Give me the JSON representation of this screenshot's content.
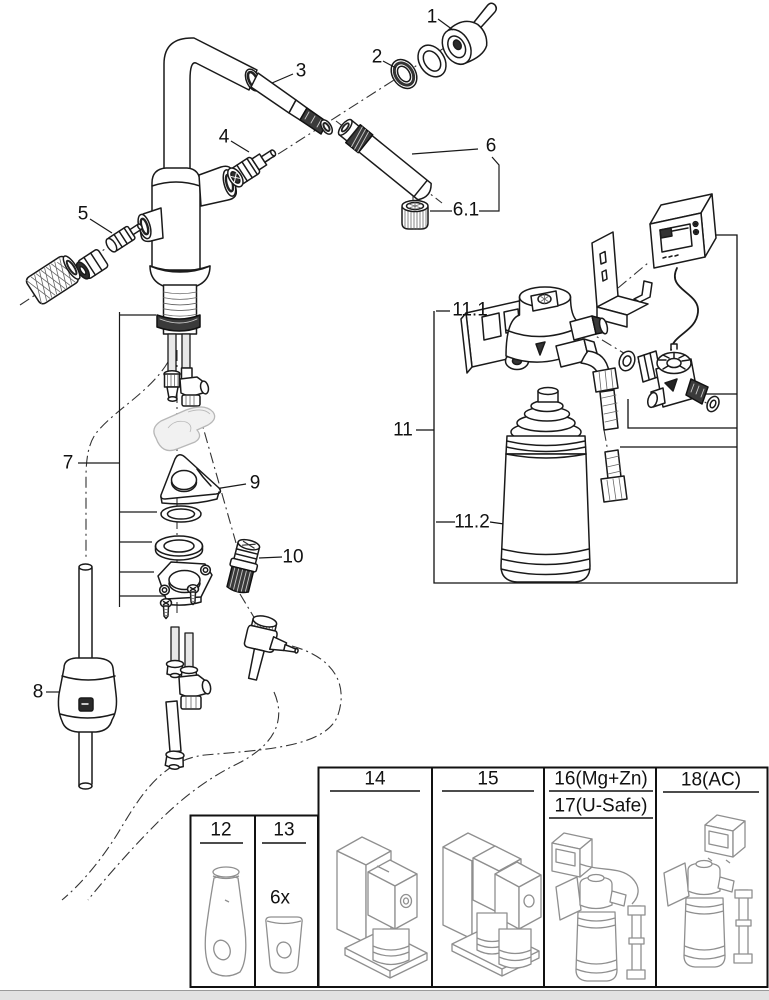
{
  "document": {
    "type": "exploded-parts-diagram",
    "product": "kitchen filter faucet system"
  },
  "colors": {
    "line": "#1a1a1a",
    "ghost_part": "#b8b8b8",
    "table_art": "#8f8f8f",
    "footer_bar": "#e2e2e2",
    "paper": "#ffffff"
  },
  "callouts": {
    "c1": "1",
    "c2": "2",
    "c3": "3",
    "c4": "4",
    "c5": "5",
    "c6": "6",
    "c6_1": "6.1",
    "c7": "7",
    "c8": "8",
    "c9": "9",
    "c10": "10",
    "c11": "11",
    "c11_1": "11.1",
    "c11_2": "11.2"
  },
  "accessory_table": {
    "col12": {
      "label": "12"
    },
    "col13": {
      "label": "13",
      "quantity": "6x"
    }
  },
  "variant_table": {
    "col14": {
      "label": "14"
    },
    "col15": {
      "label": "15"
    },
    "col16_17": {
      "label_top": "16(Mg+Zn)",
      "label_bottom": "17(U-Safe)"
    },
    "col18": {
      "label": "18(AC)"
    }
  }
}
